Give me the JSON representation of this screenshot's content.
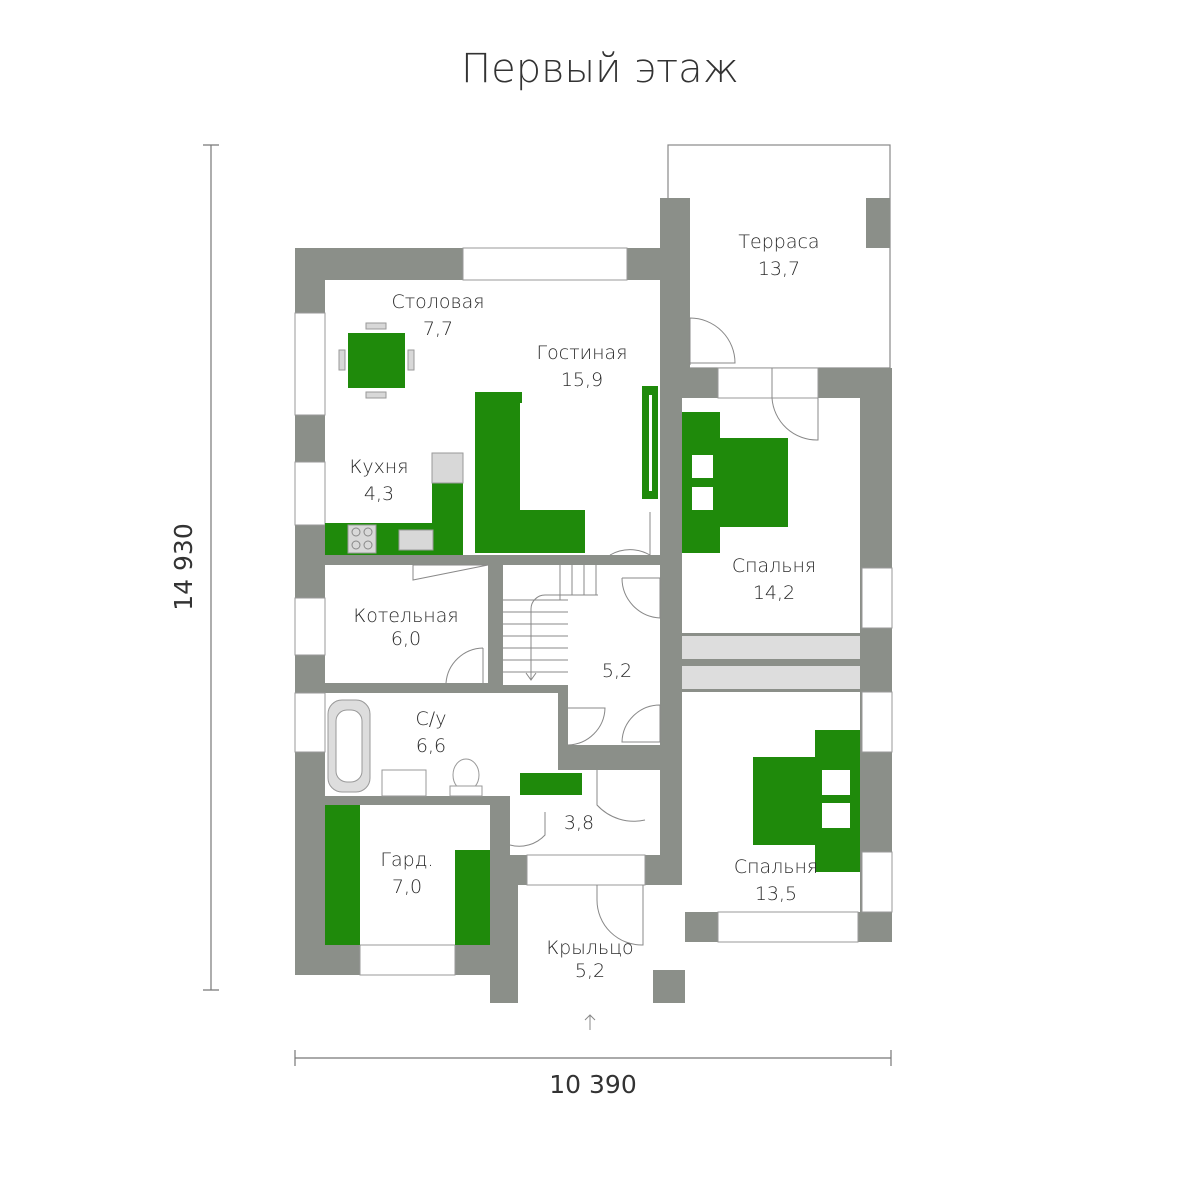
{
  "title": "Первый этаж",
  "dimensions": {
    "height": "14 930",
    "width": "10 390"
  },
  "colors": {
    "wall": "#8b8f89",
    "furniture": "#1f8a0b"
  },
  "rooms": {
    "terrace": {
      "name": "Терраса",
      "area": "13,7"
    },
    "dining": {
      "name": "Столовая",
      "area": "7,7"
    },
    "living": {
      "name": "Гостиная",
      "area": "15,9"
    },
    "kitchen": {
      "name": "Кухня",
      "area": "4,3"
    },
    "bedroom1": {
      "name": "Спальня",
      "area": "14,2"
    },
    "boiler": {
      "name": "Котельная",
      "area": "6,0"
    },
    "hall": {
      "area": "5,2"
    },
    "bathroom": {
      "name": "С/у",
      "area": "6,6"
    },
    "closet": {
      "area": "3,8"
    },
    "wardrobe": {
      "name": "Гард.",
      "area": "7,0"
    },
    "bedroom2": {
      "name": "Спальня",
      "area": "13,5"
    },
    "porch": {
      "name": "Крыльцо",
      "area": "5,2"
    }
  }
}
